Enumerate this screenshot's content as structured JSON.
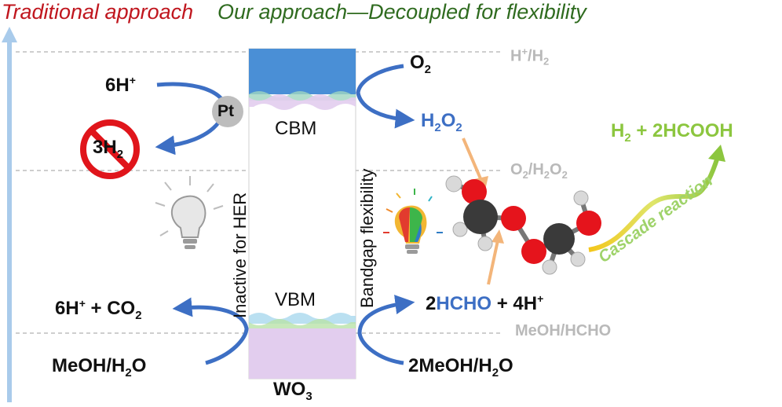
{
  "header": {
    "traditional": "Traditional approach",
    "ours": "Our approach—Decoupled for flexibility"
  },
  "potentials": {
    "h_h2_prefix": "H",
    "h_h2_sup": "+",
    "h_h2_suffix": "/H",
    "h_h2_sub": "2",
    "o2_h2o2_prefix": "O",
    "o2_h2o2_sub1": "2",
    "o2_h2o2_mid": "/H",
    "o2_h2o2_sub2": "2",
    "o2_h2o2_o": "O",
    "o2_h2o2_sub3": "2",
    "meoh_hcho": "MeOH/HCHO"
  },
  "semiconductor": {
    "cbm": "CBM",
    "vbm": "VBM",
    "name_prefix": "WO",
    "name_sub": "3",
    "left_side_label": "Inactive for HER",
    "right_side_label": "Bandgap flexibility"
  },
  "left_side": {
    "protons_6h": "6H",
    "protons_sup": "+",
    "pt": "Pt",
    "h2_3": "3H",
    "h2_sub": "2",
    "products_prefix": "6H",
    "products_sup": "+",
    "products_mid": " + CO",
    "products_sub": "2",
    "reactant": "MeOH/H",
    "reactant_sub": "2",
    "reactant_o": "O"
  },
  "right_side": {
    "o2": "O",
    "o2_sub": "2",
    "h2o2": "H",
    "h2o2_sub1": "2",
    "h2o2_o": "O",
    "h2o2_sub2": "2",
    "hcho_coeff": "2",
    "hcho": "HCHO",
    "hcho_rest": " + 4H",
    "hcho_sup": "+",
    "reactant": "2MeOH/H",
    "reactant_sub": "2",
    "reactant_o": "O",
    "product": "H",
    "product_sub": "2",
    "product_rest": " + 2HCOOH",
    "cascade": "Cascade reaction"
  },
  "colors": {
    "traditional": "#c0161e",
    "ours": "#2f6b1f",
    "arrow_blue": "#3d6fc4",
    "cb_blue": "#4a8fd6",
    "vb_purple": "#e2cdee",
    "reference_gray": "#b9b9b9",
    "product_green": "#8cc63f"
  },
  "icons": [
    "energy-axis-arrow",
    "bulb-off-icon",
    "rainbow-bulb-icon",
    "no-symbol-icon",
    "molecule-icon"
  ]
}
